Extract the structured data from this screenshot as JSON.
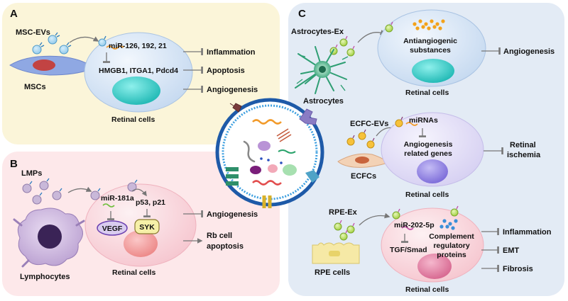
{
  "panels": {
    "a": {
      "letter": "A",
      "source_label": "MSC-EVs",
      "cell_label": "MSCs",
      "mirna": "miR-126, 192, 21",
      "targets": "HMGB1, ITGA1, Pdcd4",
      "target_label": "Retinal cells",
      "effects": [
        "Inflammation",
        "Apoptosis",
        "Angiogenesis"
      ]
    },
    "b": {
      "letter": "B",
      "source_label": "LMPs",
      "cell_label": "Lymphocytes",
      "mirna": "miR-181a",
      "proteins": "p53, p21",
      "vegf": "VEGF",
      "syk": "SYK",
      "target_label": "Retinal cells",
      "effect_1": "Angiogenesis",
      "effect_2_line1": "Rb cell",
      "effect_2_line2": "apoptosis"
    },
    "c": {
      "letter": "C",
      "astro": {
        "source_label": "Astrocytes-Ex",
        "cell_label": "Astrocytes",
        "cargo_line1": "Antiangiogenic",
        "cargo_line2": "substances",
        "target_label": "Retinal cells",
        "effect": "Angiogenesis"
      },
      "ecfc": {
        "source_label": "ECFC-EVs",
        "cell_label": "ECFCs",
        "mirna": "miRNAs",
        "genes_line1": "Angiogenesis",
        "genes_line2": "related genes",
        "target_label": "Retinal cells",
        "effect_line1": "Retinal",
        "effect_line2": "ischemia"
      },
      "rpe": {
        "source_label": "RPE-Ex",
        "cell_label": "RPE cells",
        "mirna": "miR-202-5p",
        "pathway": "TGF/Smad",
        "proteins_line1": "Complement",
        "proteins_line2": "regulatory",
        "proteins_line3": "proteins",
        "target_label": "Retinal cells",
        "effects": [
          "Inflammation",
          "EMT",
          "Fibrosis"
        ]
      }
    }
  },
  "colors": {
    "panel_a_bg": "#fbf5d9",
    "panel_b_bg": "#fde8ea",
    "panel_c_bg": "#e3ebf5",
    "cell_blue": "#d8e6f6",
    "cell_pink": "#fbd7dd",
    "cell_lavender": "#e4e0f6",
    "nucleus_teal": "#2fc9c5",
    "nucleus_purple": "#8d7ee0",
    "nucleus_pink": "#e37fa3",
    "nucleus_red": "#f19a9a",
    "vesicle_green": "#b5dc4c",
    "vesicle_blue": "#3c9fd8",
    "mirna_orange": "#f29b2b",
    "inhibit_gray": "#777777"
  }
}
